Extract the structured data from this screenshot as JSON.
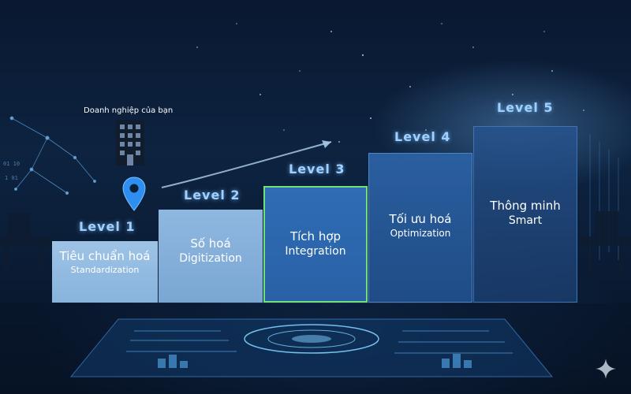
{
  "company_label": "Doanh nghiệp của bạn",
  "icons": {
    "building": "building-icon",
    "pin": "location-pin-icon",
    "sparkle": "sparkle-icon"
  },
  "colors": {
    "background": "#0b1e38",
    "level_label": "#9fd0ff",
    "highlight_border": "#6fe07a",
    "pin": "#2f8ff0"
  },
  "levels": [
    {
      "label": "Level 1",
      "title": "Tiêu chuẩn hoá",
      "subtitle": "Standardization"
    },
    {
      "label": "Level 2",
      "title": "Số hoá",
      "subtitle": "Digitization"
    },
    {
      "label": "Level 3",
      "title": "Tích hợp",
      "subtitle": "Integration"
    },
    {
      "label": "Level 4",
      "title": "Tối ưu hoá",
      "subtitle": "Optimization"
    },
    {
      "label": "Level 5",
      "title": "Thông minh",
      "subtitle": "Smart"
    }
  ]
}
